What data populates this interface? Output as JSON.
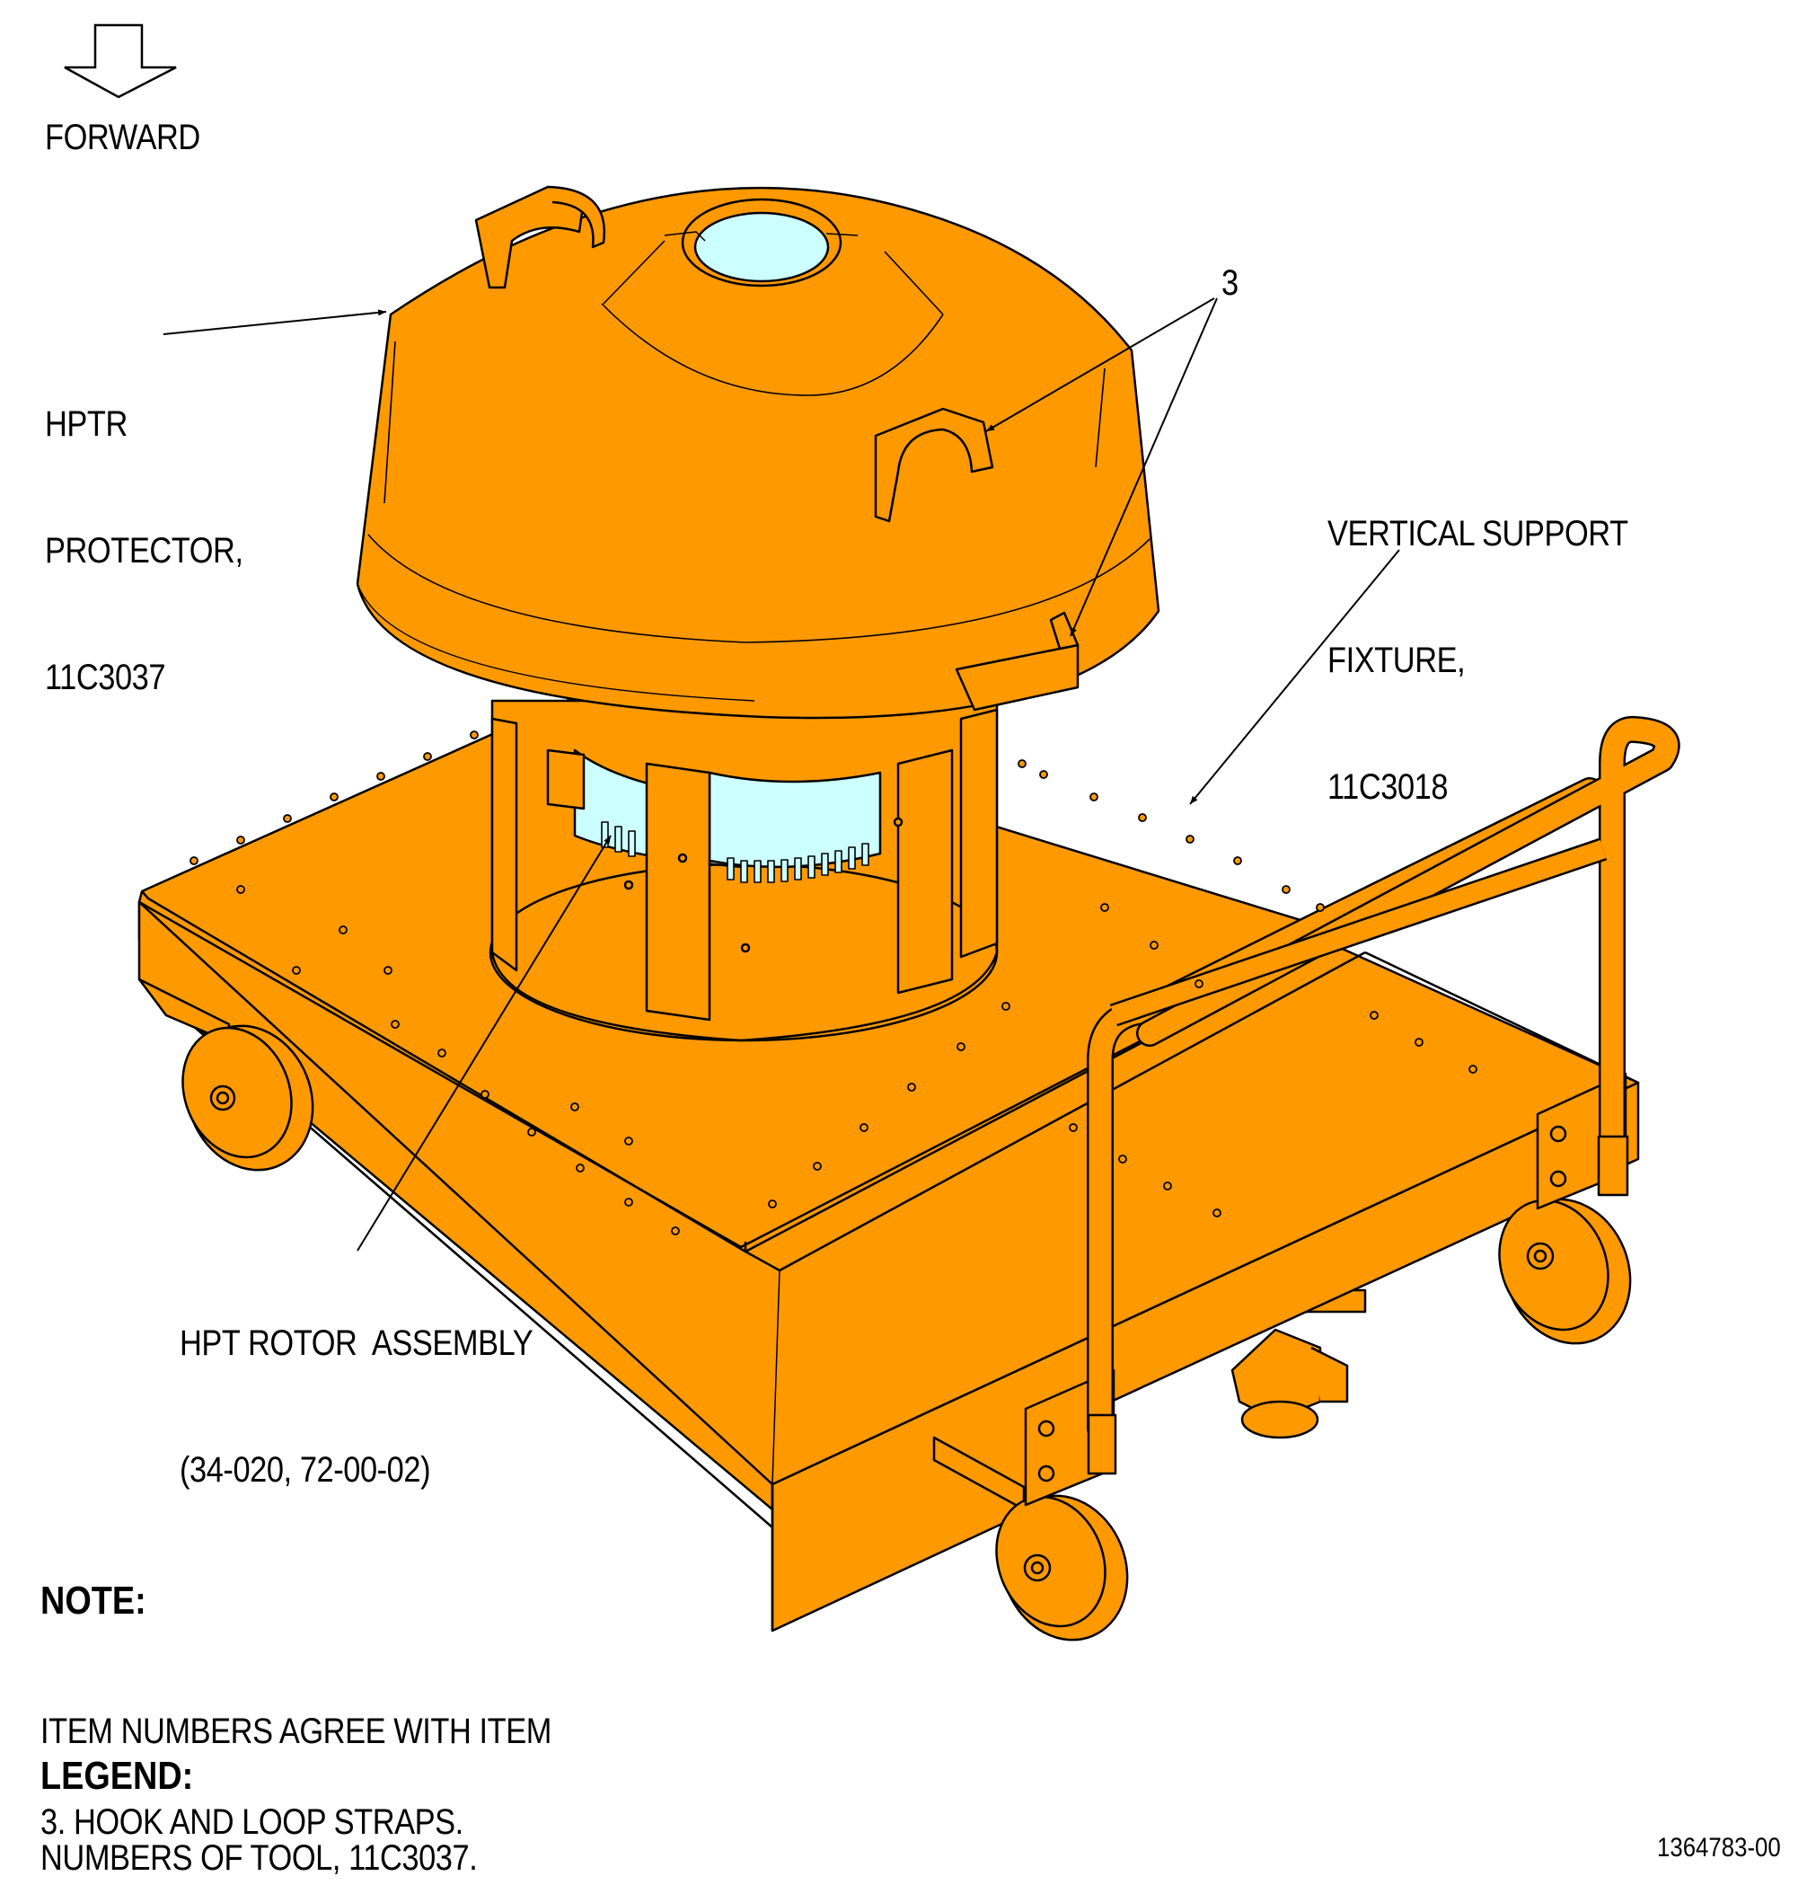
{
  "direction": {
    "label": "FORWARD",
    "icon": "forward-arrow-icon"
  },
  "callouts": {
    "hptr_protector": [
      "HPTR",
      "PROTECTOR,",
      "11C3037"
    ],
    "item_3": "3",
    "vertical_support": [
      "VERTICAL SUPPORT",
      "FIXTURE,",
      "11C3018"
    ],
    "hpt_rotor": [
      "HPT ROTOR  ASSEMBLY",
      "(34-020, 72-00-02)"
    ]
  },
  "note": {
    "heading": "NOTE:",
    "lines": [
      "ITEM NUMBERS AGREE WITH ITEM",
      "NUMBERS OF TOOL, 11C3037."
    ]
  },
  "legend": {
    "heading": "LEGEND:",
    "items": [
      "3. HOOK AND LOOP STRAPS."
    ]
  },
  "figure_id": "1364783-00",
  "colors": {
    "body": "#FF9900",
    "rotor": "#CCFFFF",
    "line": "#000000"
  }
}
